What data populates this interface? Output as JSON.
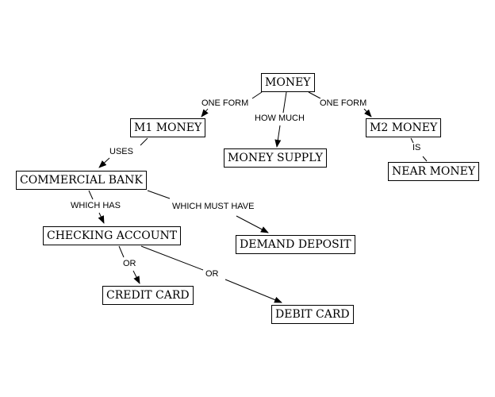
{
  "nodes": {
    "money": "MONEY",
    "m1_money": "M1 MONEY",
    "m2_money": "M2 MONEY",
    "money_supply": "MONEY SUPPLY",
    "near_money": "NEAR MONEY",
    "commercial_bank": "COMMERCIAL BANK",
    "checking_account": "CHECKING ACCOUNT",
    "demand_deposit": "DEMAND DEPOSIT",
    "credit_card": "CREDIT CARD",
    "debit_card": "DEBIT CARD"
  },
  "links": {
    "one_form_left": "ONE FORM",
    "one_form_right": "ONE FORM",
    "how_much": "HOW MUCH",
    "is": "IS",
    "uses": "USES",
    "which_has": "WHICH HAS",
    "which_must_have": "WHICH MUST HAVE",
    "or_credit": "OR",
    "or_debit": "OR"
  }
}
